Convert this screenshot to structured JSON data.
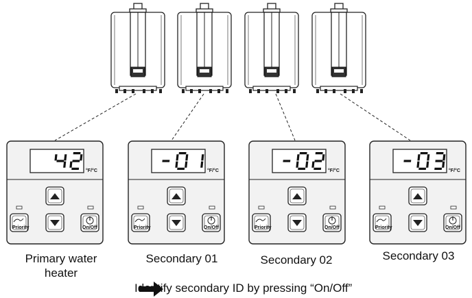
{
  "panels": [
    {
      "display": "42",
      "unit": "°F/°C",
      "priority_label": "Priority",
      "onoff_label": "On/Off",
      "caption_lines": [
        "Primary water",
        "heater"
      ]
    },
    {
      "display": "-01",
      "unit": "°F/°C",
      "priority_label": "Priority",
      "onoff_label": "On/Off",
      "caption_lines": [
        "Secondary 01"
      ]
    },
    {
      "display": "-02",
      "unit": "°F/°C",
      "priority_label": "Priority",
      "onoff_label": "On/Off",
      "caption_lines": [
        "Secondary 02"
      ]
    },
    {
      "display": "-03",
      "unit": "°F/°C",
      "priority_label": "Priority",
      "onoff_label": "On/Off",
      "caption_lines": [
        "Secondary 03"
      ]
    }
  ],
  "note": "Identify secondary ID by pressing “On/Off”",
  "icons": {
    "heater": "tankless-water-heater-icon",
    "arrow": "right-arrow-icon"
  }
}
